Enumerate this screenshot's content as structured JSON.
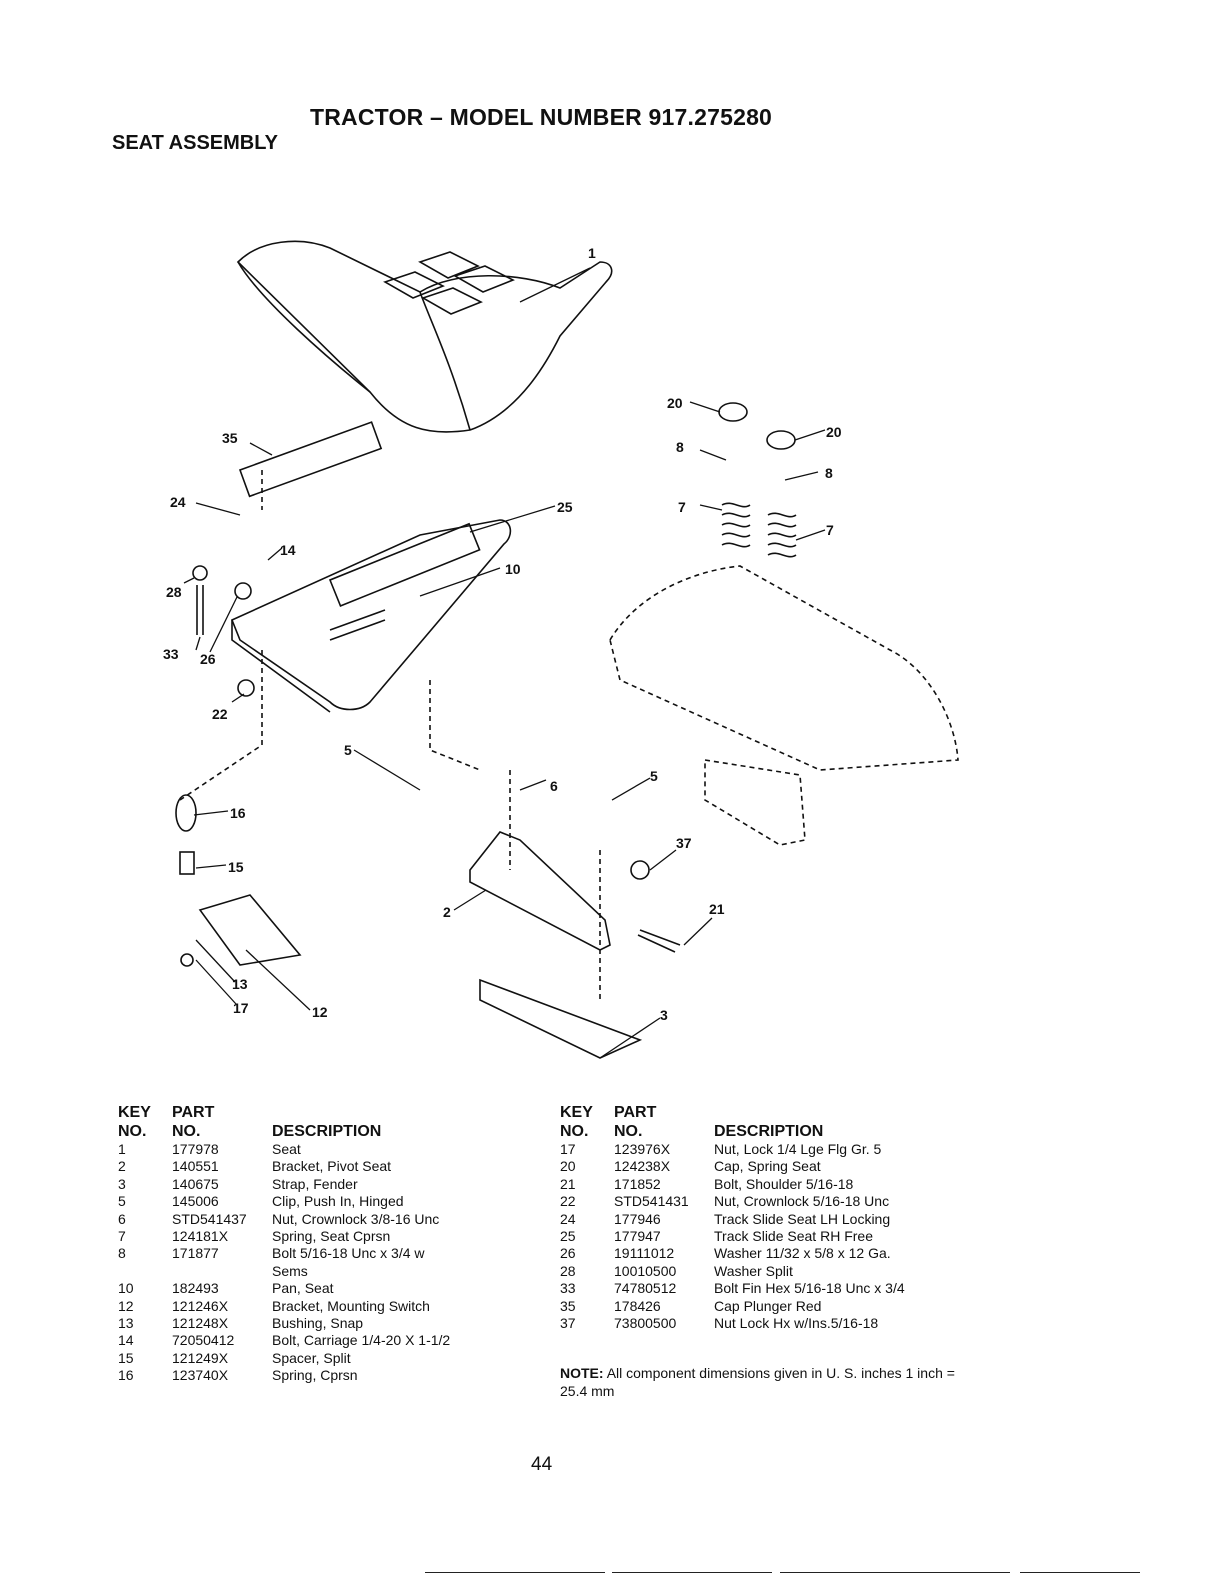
{
  "header": {
    "title": "TRACTOR – MODEL NUMBER 917.275280",
    "subtitle": "SEAT ASSEMBLY"
  },
  "diagram": {
    "callouts": [
      "1",
      "20",
      "20",
      "8",
      "8",
      "7",
      "7",
      "35",
      "24",
      "25",
      "14",
      "10",
      "28",
      "33",
      "26",
      "22",
      "5",
      "6",
      "5",
      "16",
      "15",
      "37",
      "2",
      "21",
      "13",
      "17",
      "12",
      "3"
    ]
  },
  "table": {
    "headers": {
      "key_line1": "KEY",
      "part_line1": "PART",
      "key_line2": "NO.",
      "part_line2": "NO.",
      "description": "DESCRIPTION"
    },
    "left_rows": [
      {
        "key": "1",
        "part": "177978",
        "desc": "Seat"
      },
      {
        "key": "2",
        "part": "140551",
        "desc": "Bracket, Pivot Seat"
      },
      {
        "key": "3",
        "part": "140675",
        "desc": "Strap, Fender"
      },
      {
        "key": "5",
        "part": "145006",
        "desc": "Clip, Push In, Hinged"
      },
      {
        "key": "6",
        "part": "STD541437",
        "desc": "Nut, Crownlock  3/8-16 Unc"
      },
      {
        "key": "7",
        "part": "124181X",
        "desc": "Spring, Seat Cprsn"
      },
      {
        "key": "8",
        "part": "171877",
        "desc": "Bolt 5/16-18 Unc x 3/4 w"
      },
      {
        "key": "",
        "part": "",
        "desc": "Sems"
      },
      {
        "key": "10",
        "part": "182493",
        "desc": "Pan, Seat"
      },
      {
        "key": "12",
        "part": "121246X",
        "desc": "Bracket, Mounting Switch"
      },
      {
        "key": "13",
        "part": "121248X",
        "desc": "Bushing, Snap"
      },
      {
        "key": "14",
        "part": "72050412",
        "desc": "Bolt, Carriage  1/4-20 X 1-1/2"
      },
      {
        "key": "15",
        "part": "121249X",
        "desc": "Spacer, Split"
      },
      {
        "key": "16",
        "part": "123740X",
        "desc": "Spring, Cprsn"
      }
    ],
    "right_rows": [
      {
        "key": "17",
        "part": "123976X",
        "desc": "Nut, Lock  1/4 Lge Flg Gr. 5"
      },
      {
        "key": "20",
        "part": "124238X",
        "desc": "Cap, Spring Seat"
      },
      {
        "key": "21",
        "part": "171852",
        "desc": "Bolt, Shoulder  5/16-18"
      },
      {
        "key": "22",
        "part": "STD541431",
        "desc": "Nut, Crownlock  5/16-18 Unc"
      },
      {
        "key": "24",
        "part": "177946",
        "desc": "Track Slide Seat LH Locking"
      },
      {
        "key": "25",
        "part": "177947",
        "desc": "Track Slide Seat RH Free"
      },
      {
        "key": "26",
        "part": "19111012",
        "desc": "Washer 11/32 x 5/8 x 12 Ga."
      },
      {
        "key": "28",
        "part": "10010500",
        "desc": "Washer Split"
      },
      {
        "key": "33",
        "part": "74780512",
        "desc": "Bolt Fin Hex 5/16-18 Unc x 3/4"
      },
      {
        "key": "35",
        "part": "178426",
        "desc": "Cap Plunger Red"
      },
      {
        "key": "37",
        "part": "73800500",
        "desc": "Nut Lock Hx w/Ins.5/16-18"
      }
    ]
  },
  "note": {
    "label": "NOTE:",
    "text": "All component dimensions given in U. S. inches 1 inch = 25.4 mm"
  },
  "page_number": "44"
}
